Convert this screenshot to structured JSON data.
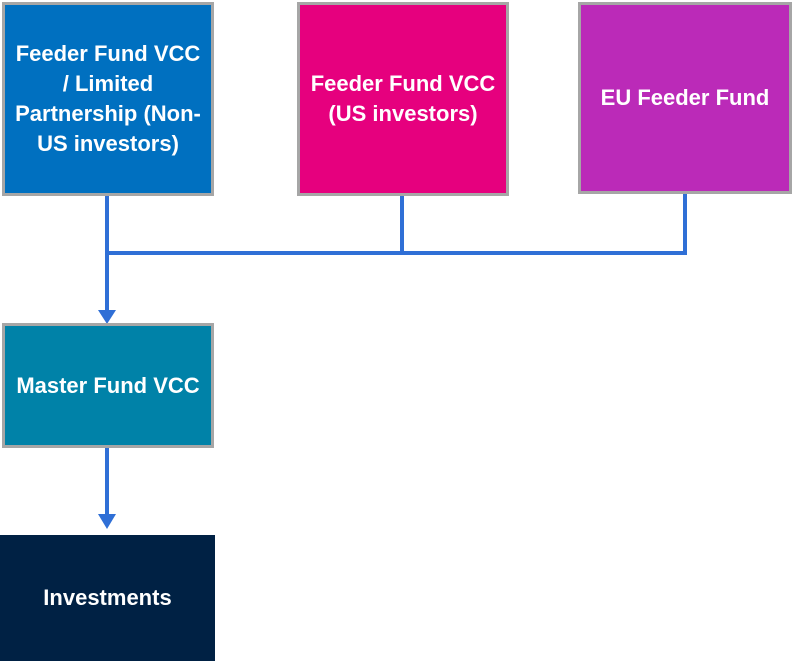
{
  "diagram": {
    "nodes": {
      "feeder_nonus": {
        "label": "Feeder Fund VCC / Limited Partnership (Non-US investors)",
        "color": "#0070c0"
      },
      "feeder_us": {
        "label": "Feeder Fund VCC (US investors)",
        "color": "#e6007e"
      },
      "eu_feeder": {
        "label": "EU Feeder Fund",
        "color": "#bb2ab8"
      },
      "master": {
        "label": "Master Fund VCC",
        "color": "#0082a8"
      },
      "investments": {
        "label": "Investments",
        "color": "#002144"
      }
    },
    "edges": [
      {
        "from": "feeder_nonus",
        "to": "master"
      },
      {
        "from": "feeder_us",
        "to": "master"
      },
      {
        "from": "eu_feeder",
        "to": "master"
      },
      {
        "from": "master",
        "to": "investments"
      }
    ],
    "connector_color": "#2f6fd6"
  }
}
